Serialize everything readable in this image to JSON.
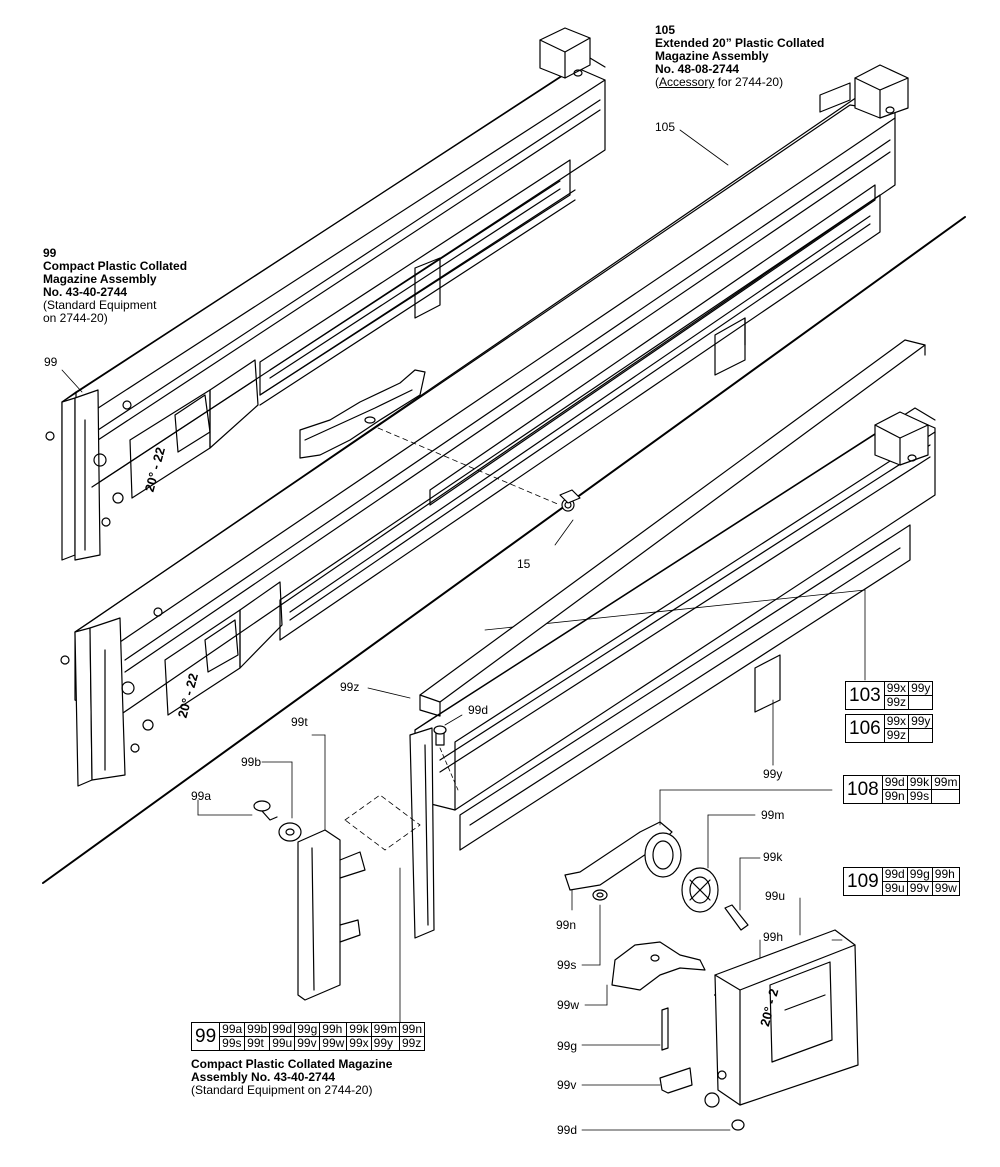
{
  "callouts": {
    "compact_top": {
      "number": "99",
      "line1": "Compact Plastic Collated",
      "line2": "Magazine Assembly",
      "line3": "No. 43-40-2744",
      "line4": "(Standard Equipment",
      "line5": "on 2744-20)"
    },
    "extended": {
      "number": "105",
      "line1": "Extended 20” Plastic Collated",
      "line2": "Magazine Assembly",
      "line3": "No. 48-08-2744",
      "accessory_word": "Accessory",
      "accessory_rest": " for 2744-20)"
    },
    "compact_bottom": {
      "line1": "Compact Plastic Collated Magazine",
      "line2": "Assembly No. 43-40-2744",
      "line3": "(Standard Equipment on 2744-20)"
    }
  },
  "part_labels": {
    "p99": "99",
    "p105": "105",
    "p15": "15",
    "p99z": "99z",
    "p99t": "99t",
    "p99d_upper": "99d",
    "p99b": "99b",
    "p99a": "99a",
    "p99y": "99y",
    "p99m": "99m",
    "p99k": "99k",
    "p99u": "99u",
    "p99h": "99h",
    "p99n": "99n",
    "p99s": "99s",
    "p99w": "99w",
    "p99g": "99g",
    "p99v": "99v",
    "p99d_lower": "99d"
  },
  "kits": {
    "k103": {
      "number": "103",
      "r1": [
        "99x",
        "99y"
      ],
      "r2": [
        "99z",
        ""
      ]
    },
    "k106": {
      "number": "106",
      "r1": [
        "99x",
        "99y"
      ],
      "r2": [
        "99z",
        ""
      ]
    },
    "k108": {
      "number": "108",
      "r1": [
        "99d",
        "99k",
        "99m"
      ],
      "r2": [
        "99n",
        "99s",
        ""
      ]
    },
    "k109": {
      "number": "109",
      "r1": [
        "99d",
        "99g",
        "99h"
      ],
      "r2": [
        "99u",
        "99v",
        "99w"
      ]
    },
    "k99": {
      "number": "99",
      "r1": [
        "99a",
        "99b",
        "99d",
        "99g",
        "99h",
        "99k",
        "99m",
        "99n"
      ],
      "r2": [
        "99s",
        "99t",
        "99u",
        "99v",
        "99w",
        "99x",
        "99y",
        "99z"
      ]
    }
  },
  "rail_prints": {
    "top": "20° - 22",
    "mid": "20° - 22",
    "latch": "20° - 2"
  }
}
